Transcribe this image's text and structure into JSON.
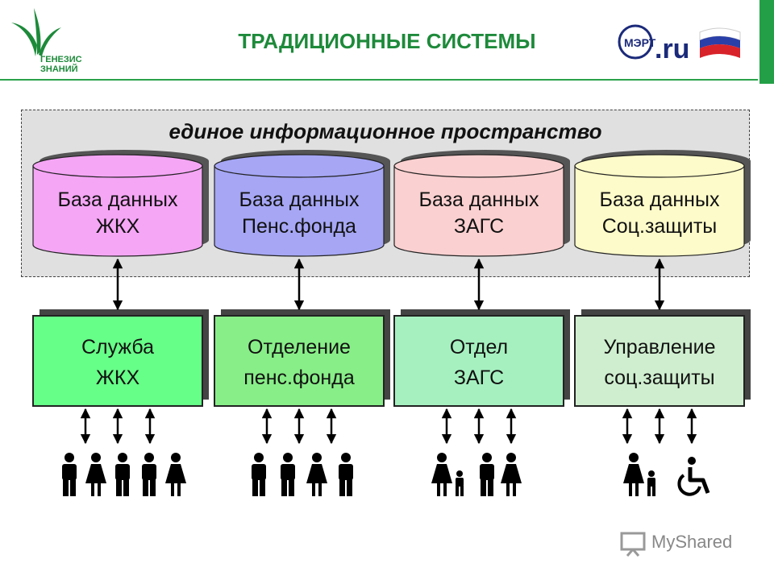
{
  "header": {
    "logo_lines": [
      "ГЕНЕЗИС",
      "ЗНАНИЙ"
    ],
    "title": "ТРАДИЦИОННЫЕ СИСТЕМЫ",
    "partner_logo_text": ".ru"
  },
  "space_label": "единое информационное пространство",
  "databases": [
    {
      "line1": "База данных",
      "line2": "ЖКХ",
      "color": "#f5a6f5"
    },
    {
      "line1": "База данных",
      "line2": "Пенс.фонда",
      "color": "#a6a6f5"
    },
    {
      "line1": "База данных",
      "line2": "ЗАГС",
      "color": "#fbd0d0"
    },
    {
      "line1": "База данных",
      "line2": "Соц.защиты",
      "color": "#fdfbc9"
    }
  ],
  "services": [
    {
      "line1": "Служба",
      "line2": "ЖКХ",
      "color": "#66ff88"
    },
    {
      "line1": "Отделение",
      "line2": "пенс.фонда",
      "color": "#88ee88"
    },
    {
      "line1": "Отдел",
      "line2": "ЗАГС",
      "color": "#a6f0c0"
    },
    {
      "line1": "Управление",
      "line2": "соц.защиты",
      "color": "#cfeecf"
    }
  ],
  "people_groups": [
    [
      "man",
      "woman",
      "man",
      "man",
      "woman"
    ],
    [
      "man",
      "man",
      "woman",
      "man"
    ],
    [
      "woman",
      "child",
      "man",
      "woman"
    ],
    [
      "woman",
      "child",
      "wheelchair"
    ]
  ],
  "watermark": "MyShared"
}
